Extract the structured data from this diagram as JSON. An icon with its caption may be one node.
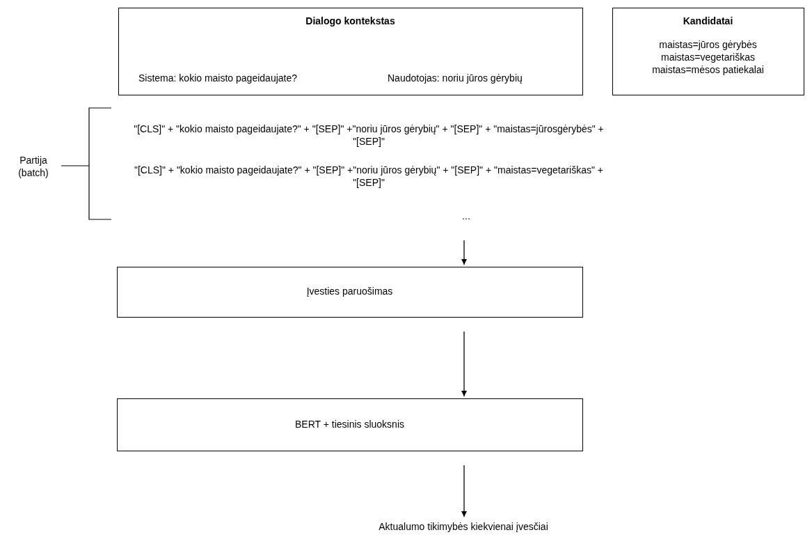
{
  "diagram": {
    "nodes": [
      {
        "text": [
          "Dialogo kontekstas",
          "Sistema: kokio maisto pageidaujate?",
          "Naudotojas: noriu jūros gėrybių"
        ]
      },
      {
        "text": [
          "Kandidatai",
          "maistas=jūros gėrybės",
          "maistas=vegetariškas",
          "maistas=mėsos patiekalai"
        ]
      },
      {
        "text": [
          "Įvesties paruošimas"
        ]
      },
      {
        "text": [
          "BERT + tiesinis sluoksnis"
        ]
      },
      {
        "text": [
          "Aktualumo tikimybės kiekvienai įvesčiai"
        ]
      }
    ],
    "edges": [
      {
        "from": null,
        "to": 2,
        "arrow": "to"
      },
      {
        "from": 2,
        "to": 3,
        "arrow": "to"
      },
      {
        "from": 3,
        "to": 4,
        "arrow": "to"
      }
    ],
    "labels": [
      "Partija (batch)",
      "\"[CLS]\" + \"kokio maisto pageidaujate?\" + \"[SEP]\" +\"noriu jūros gėrybių\" + \"[SEP]\" + \"maistas=jūrosgėrybės\" + \"[SEP]\"",
      "\"[CLS]\" + \"kokio maisto pageidaujate?\" + \"[SEP]\" +\"noriu jūros gėrybių\" + \"[SEP]\" + \"maistas=vegetariškas\" + \"[SEP]\"",
      "..."
    ]
  }
}
